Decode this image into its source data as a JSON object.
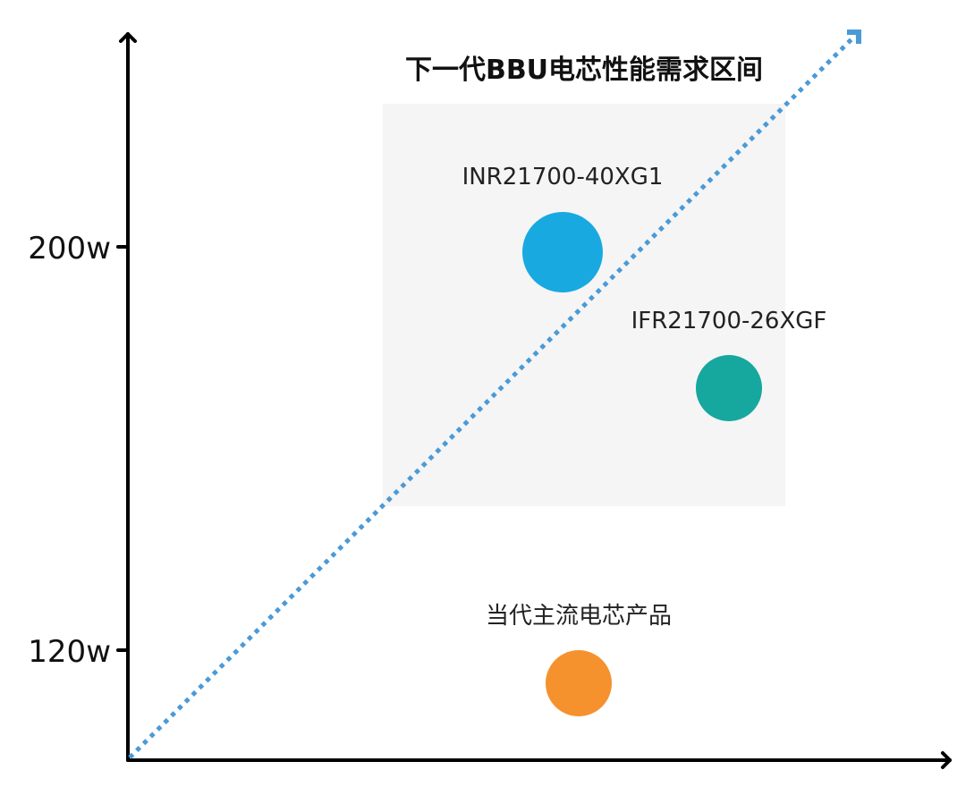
{
  "chart_data": {
    "type": "scatter",
    "title": "",
    "xlabel": "",
    "ylabel": "",
    "y_ticks": [
      "200w",
      "120w"
    ],
    "region": {
      "label": "下一代BBU电芯性能需求区间",
      "fill": "#f5f5f5"
    },
    "trend_line": {
      "style": "dotted",
      "color": "#4a9ad8"
    },
    "points": [
      {
        "label": "INR21700-40XG1",
        "y": 200,
        "color": "#18a9e1"
      },
      {
        "label": "IFR21700-26XGF",
        "y": 173,
        "color": "#16a79f"
      },
      {
        "label": "当代主流电芯产品",
        "y": 114,
        "color": "#f5922e"
      }
    ],
    "axes_color": "#000000"
  }
}
